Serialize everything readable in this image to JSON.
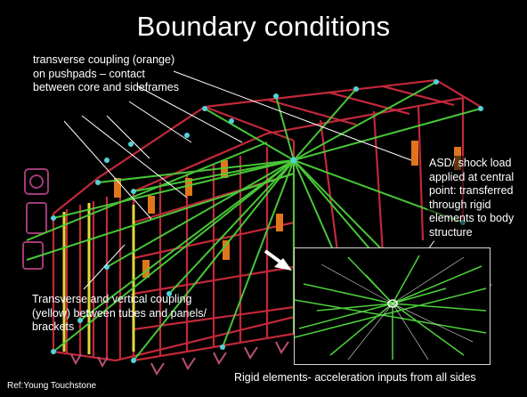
{
  "slide": {
    "title": "Boundary conditions",
    "notes": {
      "transverse_coupling": "transverse coupling (orange) on pushpads – contact between core and sideframes",
      "shock_load": "ASD/ shock load applied at central point: transferred through rigid elements to body structure",
      "vertical_coupling": "Transverse and vertical coupling (yellow) between tubes and panels/ brackets",
      "rigid_elements": "Rigid elements- acceleration inputs from all sides"
    },
    "reference": "Ref:Young Touchstone"
  },
  "colors": {
    "background": "#000000",
    "rigid_elements": "#4cd13a",
    "transverse_coupling": "#e0761c",
    "vertical_coupling": "#e4d83a",
    "node": "#4fd3d8",
    "frame": "#c2283a",
    "callout_line": "#ffffff"
  }
}
